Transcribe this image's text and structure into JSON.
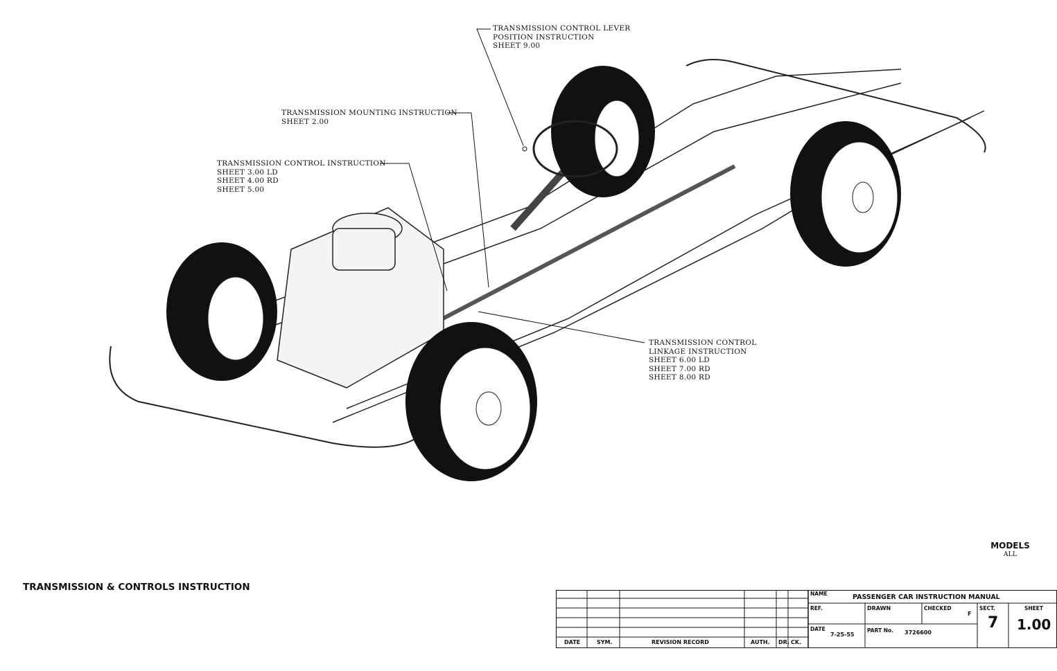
{
  "callouts": [
    {
      "lines": [
        "TRANSMISSION CONTROL LEVER",
        "POSITION INSTRUCTION",
        "SHEET 9.00"
      ]
    },
    {
      "lines": [
        "TRANSMISSION MOUNTING INSTRUCTION",
        "SHEET 2.00"
      ]
    },
    {
      "lines": [
        "TRANSMISSION CONTROL INSTRUCTION",
        "SHEET 3.00 LD",
        "SHEET 4.00 RD",
        "SHEET 5.00"
      ]
    },
    {
      "lines": [
        "TRANSMISSION CONTROL",
        "LINKAGE INSTRUCTION",
        "SHEET 6.00 LD",
        "SHEET 7.00 RD",
        "SHEET 8.00 RD"
      ]
    }
  ],
  "document_title": "TRANSMISSION & CONTROLS INSTRUCTION",
  "models": {
    "label": "MODELS",
    "value": "ALL"
  },
  "title_block": {
    "revision_headers": [
      "DATE",
      "SYM.",
      "REVISION RECORD",
      "AUTH.",
      "DR.",
      "CK."
    ],
    "name_label": "NAME",
    "name_value": "PASSENGER CAR INSTRUCTION MANUAL",
    "ref_label": "REF.",
    "drawn_label": "DRAWN",
    "checked_label": "CHECKED",
    "checked_value": "F",
    "sect_label": "SECT.",
    "sect_value": "7",
    "sheet_label": "SHEET",
    "sheet_value": "1.00",
    "date_label": "DATE",
    "date_value": "7-25-55",
    "part_label": "PART No.",
    "part_value": "3726600"
  }
}
